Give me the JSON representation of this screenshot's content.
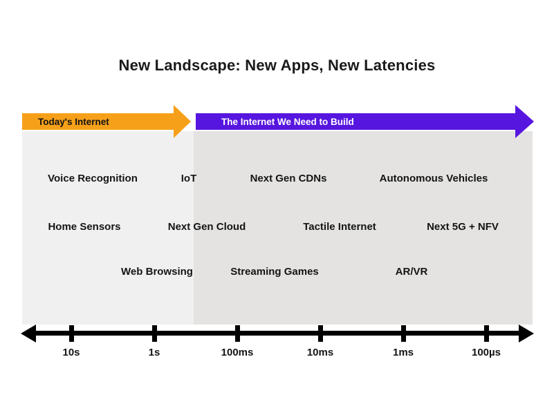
{
  "title": "New Landscape: New Apps, New Latencies",
  "colors": {
    "orange_arrow": "#f6a01a",
    "purple_arrow": "#5716e0",
    "left_panel": "#f1f0f0",
    "right_panel": "#e4e3e2",
    "text": "#141414"
  },
  "arrows": {
    "today": "Today's Internet",
    "build": "The Internet We Need to Build"
  },
  "apps": {
    "row1": [
      "Voice Recognition",
      "IoT",
      "Next Gen CDNs",
      "Autonomous Vehicles"
    ],
    "row2": [
      "Home Sensors",
      "Next Gen Cloud",
      "Tactile Internet",
      "Next 5G + NFV"
    ],
    "row3": [
      "Web Browsing",
      "Streaming Games",
      "AR/VR"
    ]
  },
  "axis": {
    "ticks": [
      "10s",
      "1s",
      "100ms",
      "10ms",
      "1ms",
      "100µs"
    ]
  }
}
